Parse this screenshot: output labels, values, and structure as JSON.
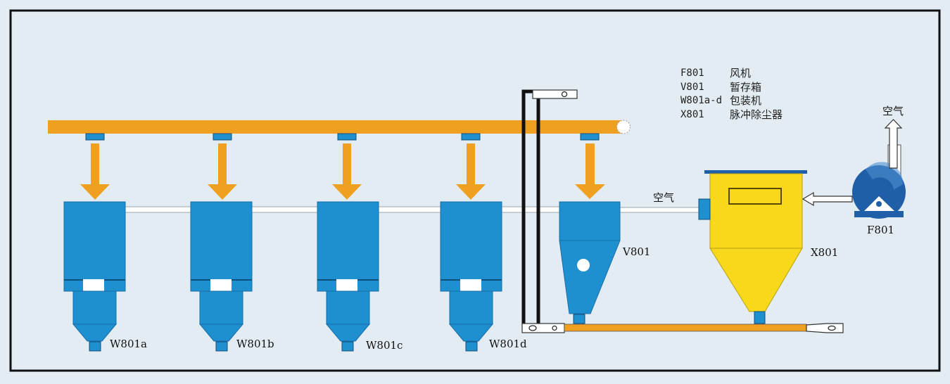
{
  "legend": [
    {
      "code": "F801",
      "desc": "风机"
    },
    {
      "code": "V801",
      "desc": "暂存箱"
    },
    {
      "code": "W801a-d",
      "desc": "包装机"
    },
    {
      "code": "X801",
      "desc": "脉冲除尘器"
    }
  ],
  "labels": {
    "w801a": "W801a",
    "w801b": "W801b",
    "w801c": "W801c",
    "w801d": "W801d",
    "v801": "V801",
    "x801": "X801",
    "f801": "F801",
    "air_duct": "空气",
    "air_exhaust": "空气"
  },
  "colors": {
    "background": "#e3ecf2",
    "frame": "#111111",
    "conveyor": "#f0a020",
    "arrow": "#f0a020",
    "machine_blue": "#1e8fcf",
    "machine_blue_dark": "#1a6faa",
    "collector_yellow": "#f8d81a",
    "fan_blue": "#1e5fa8"
  }
}
